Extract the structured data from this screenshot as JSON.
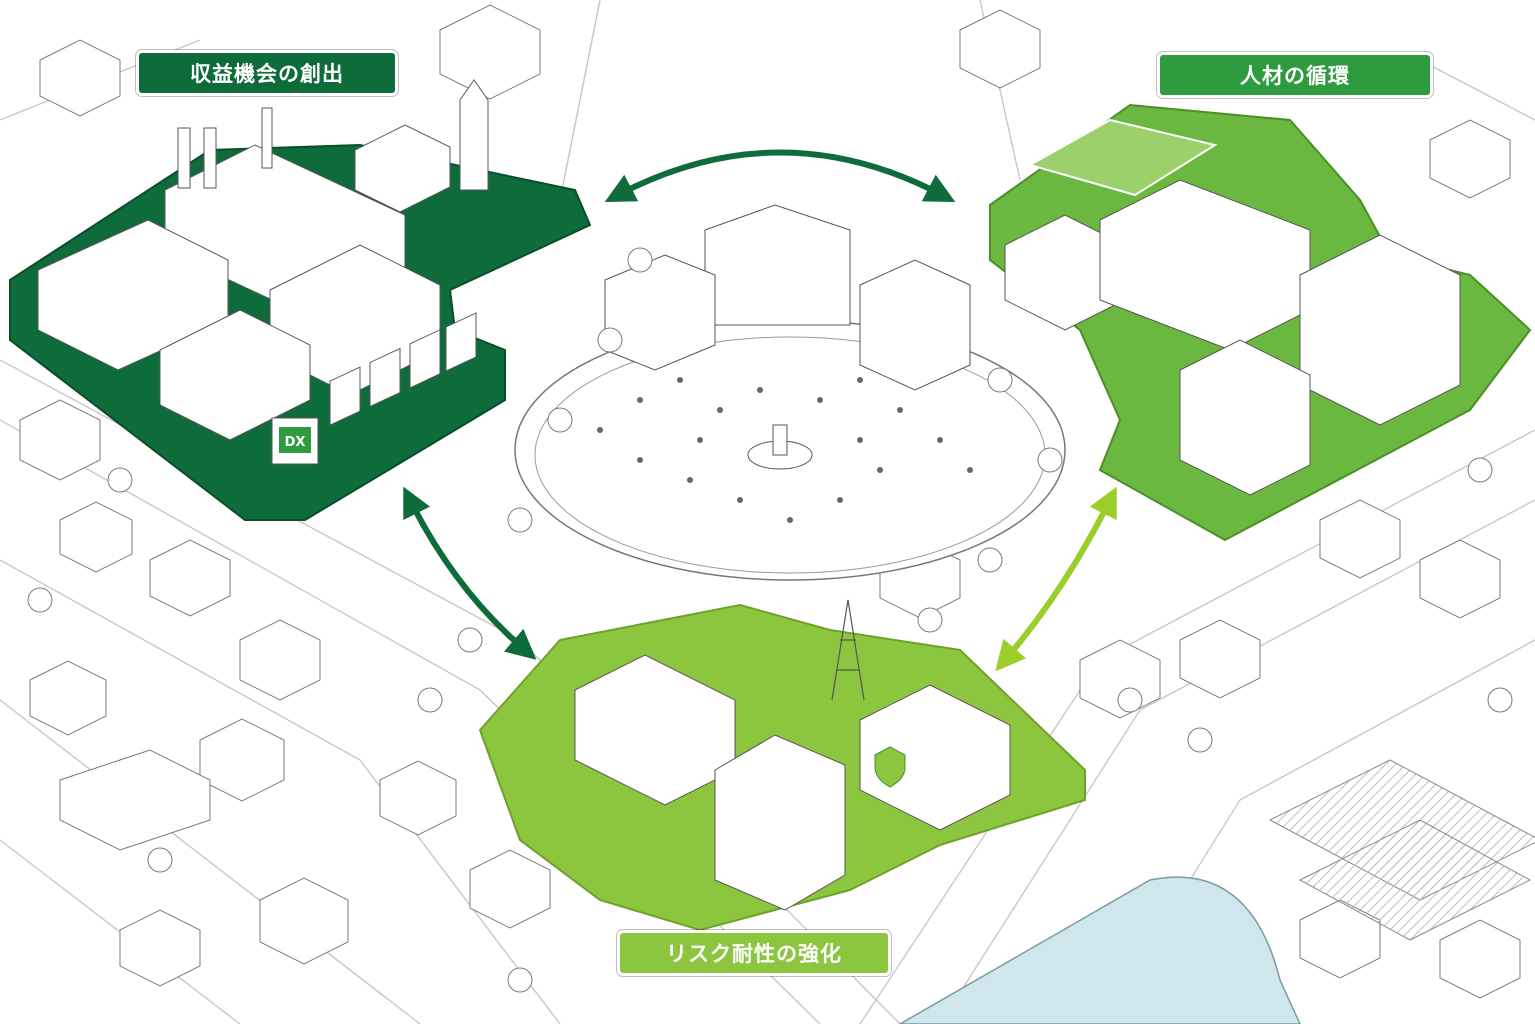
{
  "labels": {
    "revenue": "収益機会の創出",
    "talent": "人材の循環",
    "risk": "リスク耐性の強化"
  },
  "sign_text": {
    "dx": "DX"
  },
  "colors": {
    "dark_green": "#0e6b3a",
    "mid_green": "#2e9b3f",
    "light_green": "#8cc63f",
    "lime_arrow": "#9bcd2b",
    "water": "#cfe6ec",
    "line": "#6f6f6f"
  }
}
